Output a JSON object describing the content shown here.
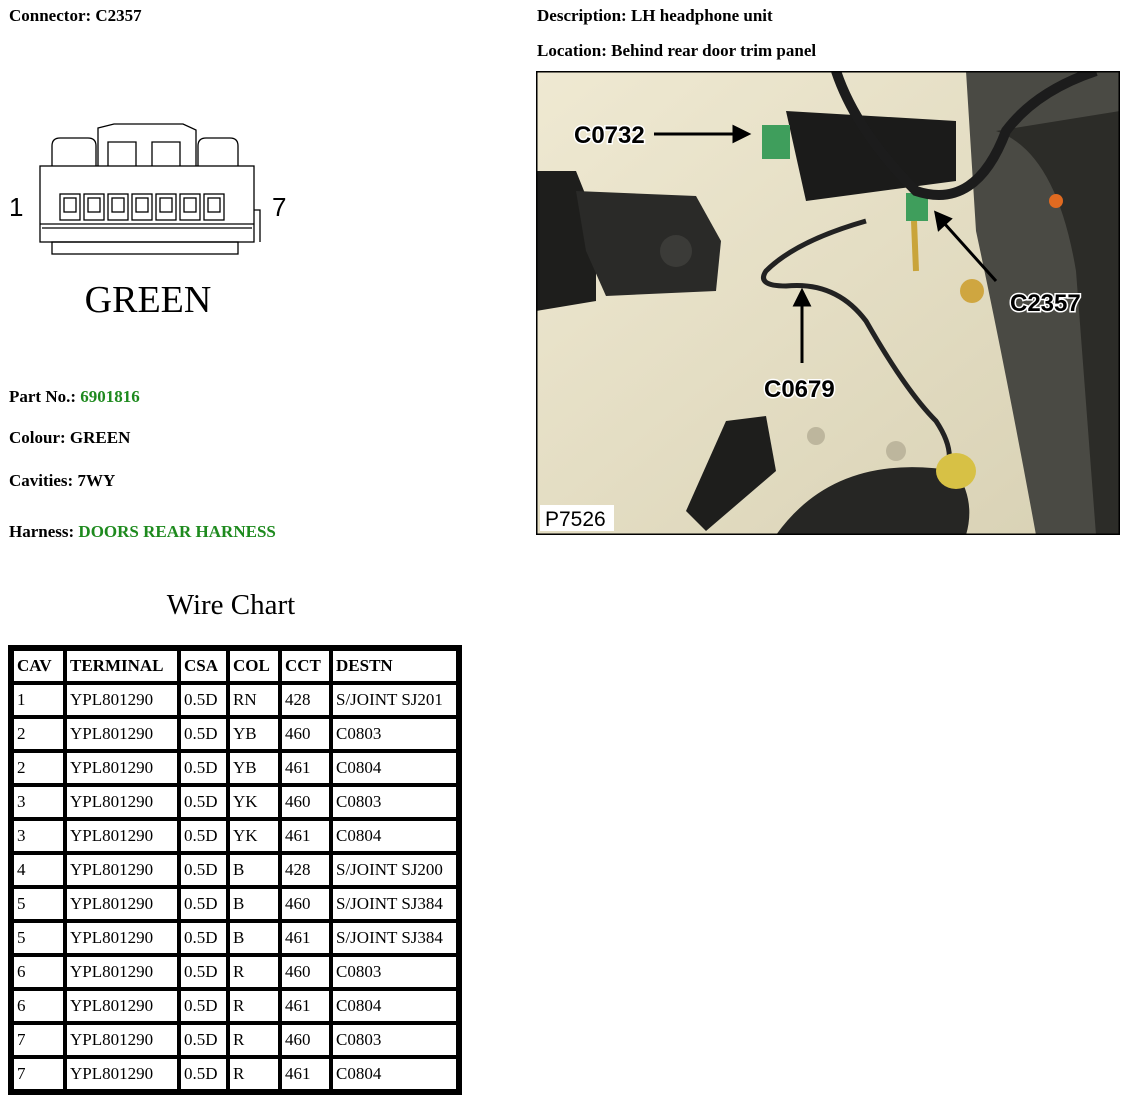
{
  "connector": {
    "label": "Connector:",
    "value": "C2357"
  },
  "description": {
    "label": "Description:",
    "value": "LH headphone unit"
  },
  "location": {
    "label": "Location:",
    "value": "Behind rear door trim panel"
  },
  "diagram": {
    "pin_left": "1",
    "pin_right": "7",
    "color_text": "GREEN"
  },
  "part_no": {
    "label": "Part No.:",
    "value": "6901816"
  },
  "colour": {
    "label": "Colour:",
    "value": "GREEN"
  },
  "cavities": {
    "label": "Cavities:",
    "value": "7WY"
  },
  "harness": {
    "label": "Harness:",
    "value": "DOORS REAR HARNESS"
  },
  "photo": {
    "callouts": [
      "C0732",
      "C2357",
      "C0679"
    ],
    "image_id": "P7526"
  },
  "wire_chart": {
    "title": "Wire Chart",
    "headers": [
      "CAV",
      "TERMINAL",
      "CSA",
      "COL",
      "CCT",
      "DESTN"
    ],
    "rows": [
      [
        "1",
        "YPL801290",
        "0.5D",
        "RN",
        "428",
        "S/JOINT SJ201"
      ],
      [
        "2",
        "YPL801290",
        "0.5D",
        "YB",
        "460",
        "C0803"
      ],
      [
        "2",
        "YPL801290",
        "0.5D",
        "YB",
        "461",
        "C0804"
      ],
      [
        "3",
        "YPL801290",
        "0.5D",
        "YK",
        "460",
        "C0803"
      ],
      [
        "3",
        "YPL801290",
        "0.5D",
        "YK",
        "461",
        "C0804"
      ],
      [
        "4",
        "YPL801290",
        "0.5D",
        "B",
        "428",
        "S/JOINT SJ200"
      ],
      [
        "5",
        "YPL801290",
        "0.5D",
        "B",
        "460",
        "S/JOINT SJ384"
      ],
      [
        "5",
        "YPL801290",
        "0.5D",
        "B",
        "461",
        "S/JOINT SJ384"
      ],
      [
        "6",
        "YPL801290",
        "0.5D",
        "R",
        "460",
        "C0803"
      ],
      [
        "6",
        "YPL801290",
        "0.5D",
        "R",
        "461",
        "C0804"
      ],
      [
        "7",
        "YPL801290",
        "0.5D",
        "R",
        "460",
        "C0803"
      ],
      [
        "7",
        "YPL801290",
        "0.5D",
        "R",
        "461",
        "C0804"
      ]
    ]
  },
  "colors": {
    "value_green": "#1e8a1e"
  }
}
